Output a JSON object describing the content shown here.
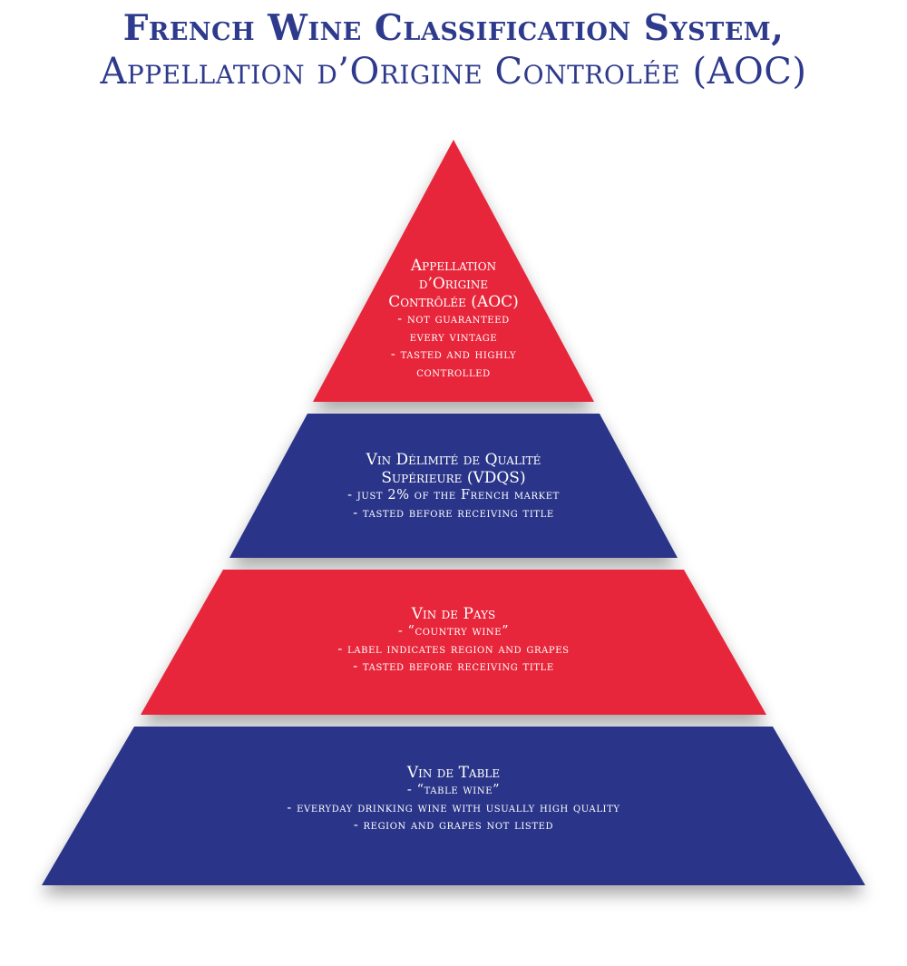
{
  "title": {
    "line1": "French Wine Classification System,",
    "line2": "Appellation d’Origine Controlée (AOC)"
  },
  "colors": {
    "red": "#e8283a",
    "blue": "#2b3589",
    "title": "#2e3a8c"
  },
  "tiers": [
    {
      "name_lines": [
        "Appellation",
        "d’Origine",
        "Contrôlée (AOC)"
      ],
      "notes": [
        "- not guaranteed",
        "every vintage",
        "- tasted and highly",
        "controlled"
      ],
      "color": "#e8283a"
    },
    {
      "name_lines": [
        "Vin Délimité de Qualité",
        "Supérieure (VDQS)"
      ],
      "notes": [
        "- just 2% of the French market",
        "- tasted before receiving title"
      ],
      "color": "#2b3589"
    },
    {
      "name_lines": [
        "Vin de Pays"
      ],
      "notes": [
        "- “country wine”",
        "- label indicates region and grapes",
        "- tasted before receiving title"
      ],
      "color": "#e8283a"
    },
    {
      "name_lines": [
        "Vin de Table"
      ],
      "notes": [
        "- “table wine”",
        "- everyday drinking wine with usually high quality",
        "- region and grapes not listed"
      ],
      "color": "#2b3589"
    }
  ]
}
